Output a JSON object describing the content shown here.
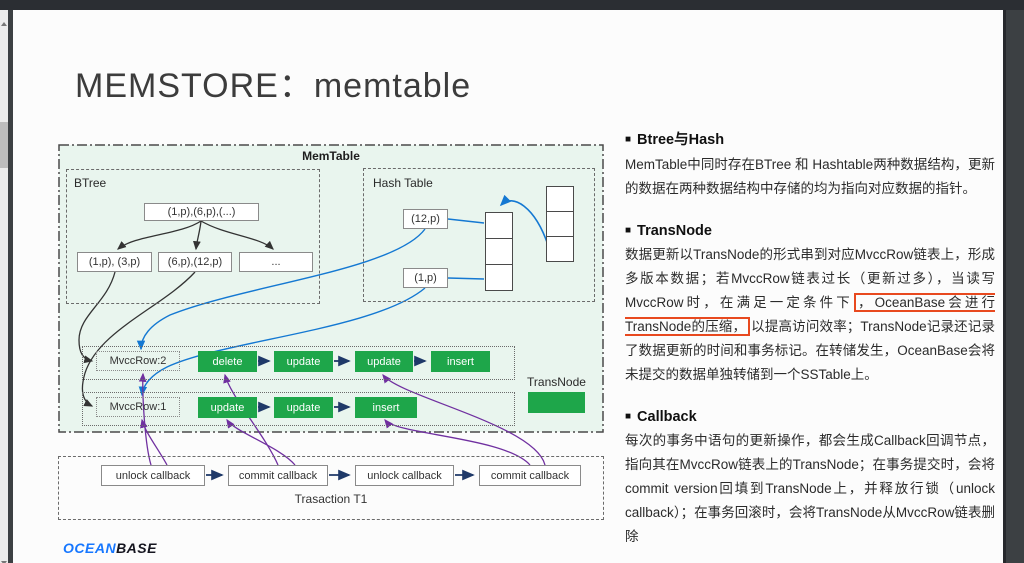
{
  "slide": {
    "title": "MEMSTORE：memtable",
    "logo": {
      "part1": "OCEAN",
      "part2": "BASE"
    },
    "diagram": {
      "memtable_label": "MemTable",
      "btree": {
        "label": "BTree",
        "root": "(1,p),(6,p),(...)",
        "children": [
          "(1,p), (3,p)",
          "(6,p),(12,p)",
          "..."
        ]
      },
      "hash": {
        "label": "Hash Table",
        "buckets": [
          "(12,p)",
          "(1,p)"
        ]
      },
      "rows": [
        {
          "label": "MvccRow:2",
          "nodes": [
            "delete",
            "update",
            "update",
            "insert"
          ]
        },
        {
          "label": "MvccRow:1",
          "nodes": [
            "update",
            "update",
            "insert"
          ]
        }
      ],
      "transnode_legend": "TransNode",
      "transaction": {
        "label": "Trasaction T1",
        "callbacks": [
          "unlock callback",
          "commit callback",
          "unlock callback",
          "commit callback"
        ]
      }
    },
    "sections": [
      {
        "bullet": "■",
        "title": "Btree与Hash",
        "pre": "MemTable中同时存在BTree 和 Hashtable两种数据结构，更新的数据在两种数据结构中存储的均为指向对应数据的指针。",
        "highlight": "",
        "post": ""
      },
      {
        "bullet": "■",
        "title": "TransNode",
        "pre": "数据更新以TransNode的形式串到对应MvccRow链表上，形成多版本数据；若MvccRow链表过长（更新过多），当读写MvccRow时，在满足一定条件下",
        "highlight": "，OceanBase会进行TransNode的压缩，",
        "post": "以提高访问效率；TransNode记录还记录了数据更新的时间和事务标记。在转储发生，OceanBase会将未提交的数据单独转储到一个SSTable上。",
        "highlight_color": "#e8491f"
      },
      {
        "bullet": "■",
        "title": "Callback",
        "pre": "每次的事务中语句的更新操作，都会生成Callback回调节点，指向其在MvccRow链表上的TransNode；在事务提交时，会将commit version回填到TransNode上，并释放行锁（unlock callback）；在事务回滚时，会将TransNode从MvccRow链表删除",
        "highlight": "",
        "post": ""
      }
    ],
    "colors": {
      "green": "#1ea64a",
      "blue": "#1478d2",
      "purple": "#7030a0",
      "navy": "#1f3969",
      "memtable_bg": "#e9f5ee",
      "logo_blue": "#1677ff"
    }
  }
}
